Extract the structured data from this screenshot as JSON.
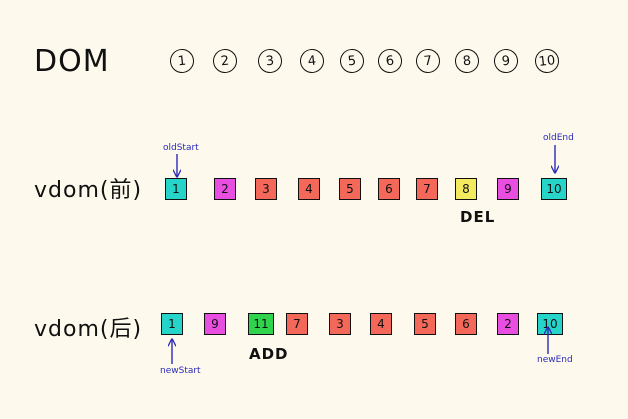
{
  "labels": {
    "dom": "DOM",
    "vdom_before": "vdom(前)",
    "vdom_after": "vdom(后)"
  },
  "dom_nodes": [
    "1",
    "2",
    "3",
    "4",
    "5",
    "6",
    "7",
    "8",
    "9",
    "10"
  ],
  "vdom_before": [
    {
      "v": "1",
      "color": "cyan"
    },
    {
      "v": "2",
      "color": "magenta"
    },
    {
      "v": "3",
      "color": "red"
    },
    {
      "v": "4",
      "color": "red"
    },
    {
      "v": "5",
      "color": "red"
    },
    {
      "v": "6",
      "color": "red"
    },
    {
      "v": "7",
      "color": "red"
    },
    {
      "v": "8",
      "color": "yellow"
    },
    {
      "v": "9",
      "color": "magenta"
    },
    {
      "v": "10",
      "color": "cyan"
    }
  ],
  "vdom_after": [
    {
      "v": "1",
      "color": "cyan"
    },
    {
      "v": "9",
      "color": "magenta"
    },
    {
      "v": "11",
      "color": "green"
    },
    {
      "v": "7",
      "color": "red"
    },
    {
      "v": "3",
      "color": "red"
    },
    {
      "v": "4",
      "color": "red"
    },
    {
      "v": "5",
      "color": "red"
    },
    {
      "v": "6",
      "color": "red"
    },
    {
      "v": "2",
      "color": "magenta"
    },
    {
      "v": "10",
      "color": "cyan"
    }
  ],
  "annotations": {
    "old_start": "oldStart",
    "old_end": "oldEnd",
    "new_start": "newStart",
    "new_end": "newEnd",
    "del": "DEL",
    "add": "ADD"
  },
  "colors": {
    "cyan": "#27d4c9",
    "magenta": "#e84ee0",
    "red": "#f4685a",
    "yellow": "#f3ea5f",
    "green": "#2fd44c",
    "annotation": "#2a2ab8",
    "background": "#fdf9ec"
  }
}
